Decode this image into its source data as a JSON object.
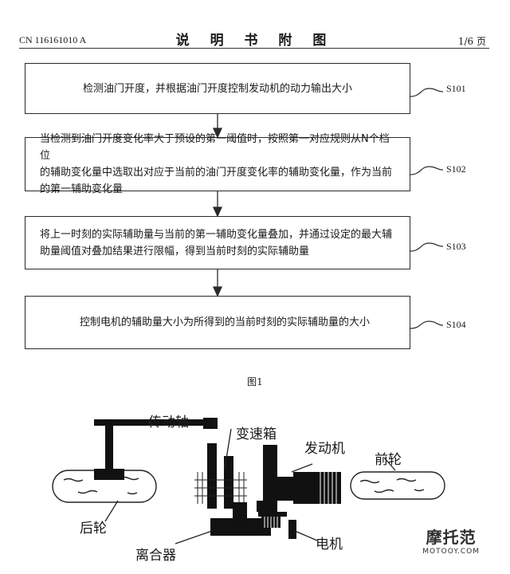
{
  "header": {
    "patent_no": "CN 116161010 A",
    "title": "说 明 书 附 图",
    "page": "1/6 页"
  },
  "flowchart": {
    "steps": [
      {
        "id": "S101",
        "text": "检测油门开度，并根据油门开度控制发动机的动力输出大小"
      },
      {
        "id": "S102",
        "line1": "当检测到油门开度变化率大于预设的第一阈值时，按照第一对应规则从N个档位",
        "line2": "的辅助变化量中选取出对应于当前的油门开度变化率的辅助变化量，作为当前",
        "line3": "的第一辅助变化量"
      },
      {
        "id": "S103",
        "line1": "将上一时刻的实际辅助量与当前的第一辅助变化量叠加，并通过设定的最大辅",
        "line2": "助量阈值对叠加结果进行限幅，得到当前时刻的实际辅助量"
      },
      {
        "id": "S104",
        "text": "控制电机的辅助量大小为所得到的当前时刻的实际辅助量的大小"
      }
    ],
    "caption": "图1"
  },
  "mechanism": {
    "labels": {
      "drive_shaft": "传动轴",
      "gearbox": "变速箱",
      "engine": "发动机",
      "front_wheel": "前轮",
      "rear_wheel": "后轮",
      "clutch": "离合器",
      "motor": "电机"
    }
  },
  "watermark": {
    "main": "摩托范",
    "sub": "MOTOOY.COM"
  }
}
